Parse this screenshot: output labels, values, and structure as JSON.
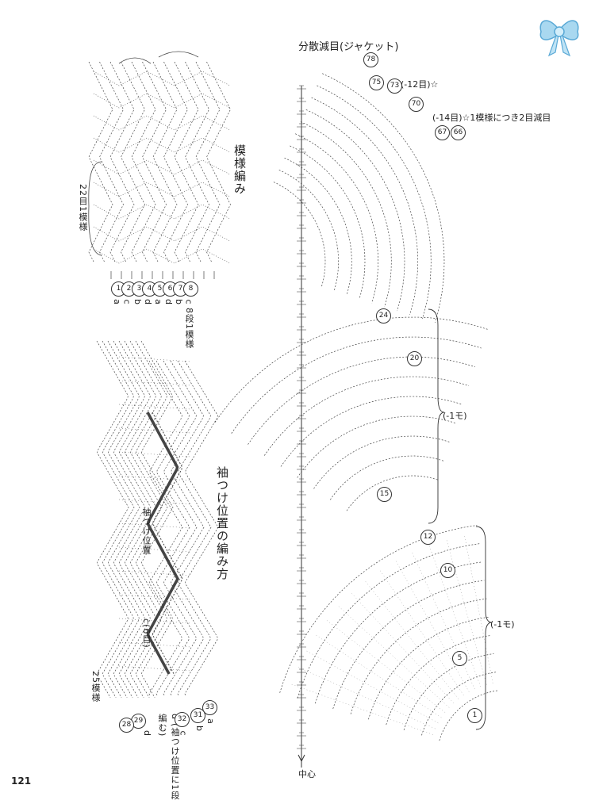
{
  "panel_left_top": {
    "title": "模様編み",
    "repeat_label": "22目1模様",
    "row_legend": "8段1模様",
    "row_letters": [
      "a",
      "c",
      "b",
      "d",
      "a",
      "d",
      "b",
      "c"
    ],
    "row_nums": [
      "1",
      "2",
      "3",
      "4",
      "5",
      "6",
      "7",
      "8"
    ]
  },
  "panel_left_bottom": {
    "title": "袖つけ位置の編み方",
    "sleeve_label": "袖つけ位置",
    "marker_label": "c(6目)",
    "repeat_label": "25模様",
    "bottom_letters": [
      "a",
      "b",
      "c",
      "d"
    ],
    "bottom_nums": [
      "33",
      "31",
      "32",
      "29",
      "28"
    ],
    "note": "d'(袖つけ位置に1段編む)"
  },
  "panel_right": {
    "title": "分散減目(ジャケット)",
    "top_nums": [
      "78",
      "75",
      "73",
      "70",
      "67",
      "66"
    ],
    "note_12": "(-12目)☆",
    "note_14": "(-14目)☆1模様につき2目減目",
    "mid_nums": [
      "24",
      "20",
      "15"
    ],
    "mid_bracket": "(-1モ)",
    "low_nums": [
      "12",
      "10",
      "5",
      "1"
    ],
    "low_bracket": "(-1モ)",
    "center_label": "中心"
  },
  "page_number": "121"
}
